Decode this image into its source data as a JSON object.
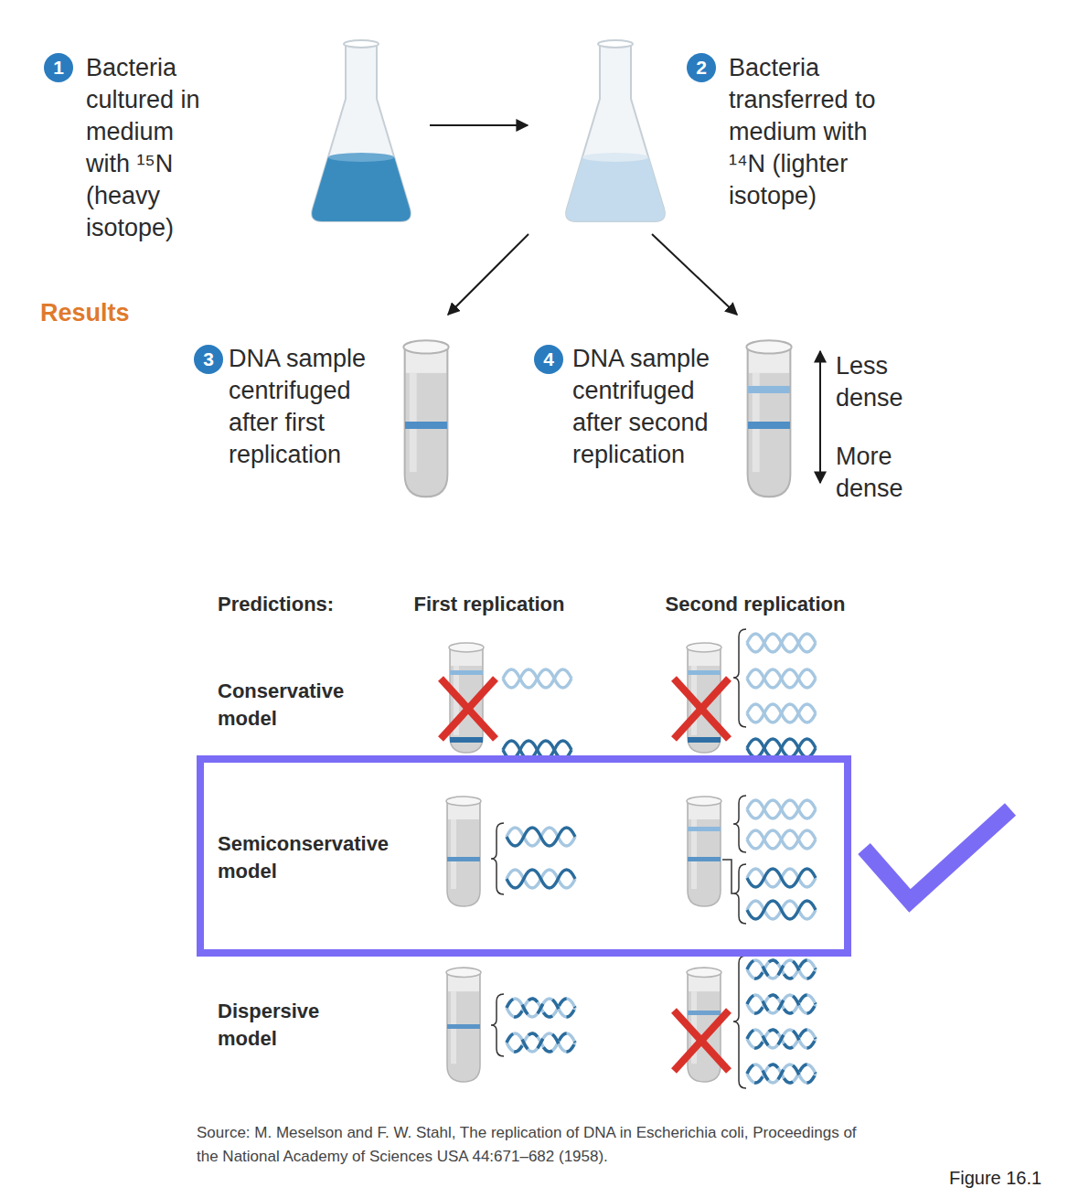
{
  "diagram": {
    "nodes": [
      {
        "text": [
          "1"
        ]
      },
      {
        "text": [
          "2"
        ]
      },
      {
        "text": [
          "3"
        ]
      },
      {
        "text": [
          "4"
        ]
      },
      {
        "text": [
          "Semiconservative model"
        ]
      }
    ],
    "labels": [
      "Bacteria cultured in medium with ¹⁵N (heavy isotope)",
      "Bacteria transferred to medium with ¹⁴N (lighter isotope)",
      "Results",
      "DNA sample centrifuged after first replication",
      "DNA sample centrifuged after second replication",
      "Less dense",
      "More dense",
      "Predictions:",
      "First replication",
      "Second replication",
      "Conservative model",
      "Dispersive model",
      "Source: M. Meselson and F. W. Stahl, The replication of DNA in Escherichia coli, Proceedings of the National Academy of Sciences USA 44:671–682 (1958).",
      "Figure 16.1"
    ]
  }
}
